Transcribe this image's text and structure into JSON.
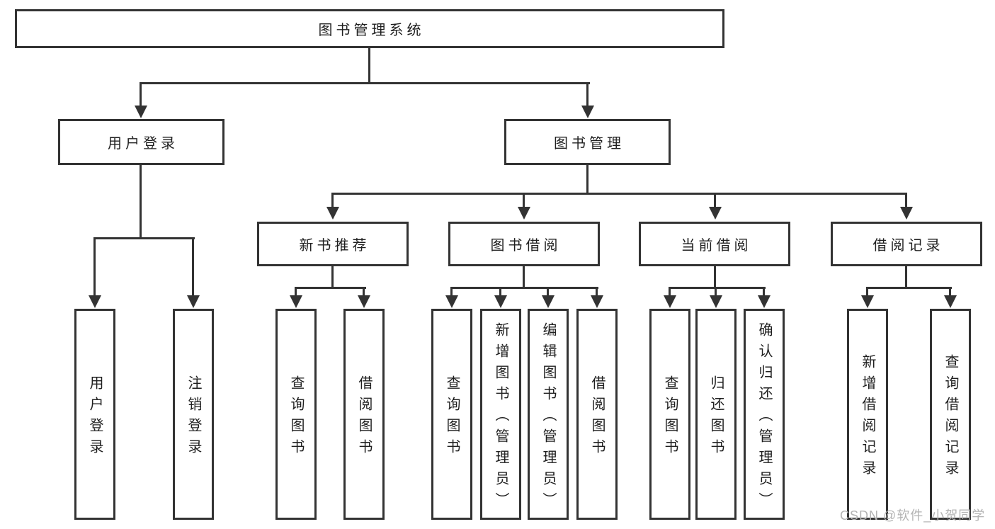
{
  "diagram": {
    "root": {
      "label": "图书管理系统"
    },
    "level2": [
      {
        "label": "用户登录",
        "leaves": [
          "用户登录",
          "注销登录"
        ]
      },
      {
        "label": "图书管理",
        "groups": [
          {
            "label": "新书推荐",
            "leaves": [
              "查询图书",
              "借阅图书"
            ]
          },
          {
            "label": "图书借阅",
            "leaves": [
              "查询图书",
              "新增图书（管理员）",
              "编辑图书（管理员）",
              "借阅图书"
            ]
          },
          {
            "label": "当前借阅",
            "leaves": [
              "查询图书",
              "归还图书",
              "确认归还（管理员）"
            ]
          },
          {
            "label": "借阅记录",
            "leaves": [
              "新增借阅记录",
              "查询借阅记录"
            ]
          }
        ]
      }
    ]
  },
  "watermark": {
    "text": "CSDN @软件_小贺同学"
  },
  "colors": {
    "line": "#333333",
    "box_background": "#ffffff",
    "text": "#1f1f1f",
    "watermark": "#b3b3b3",
    "page_background": "#ffffff"
  }
}
